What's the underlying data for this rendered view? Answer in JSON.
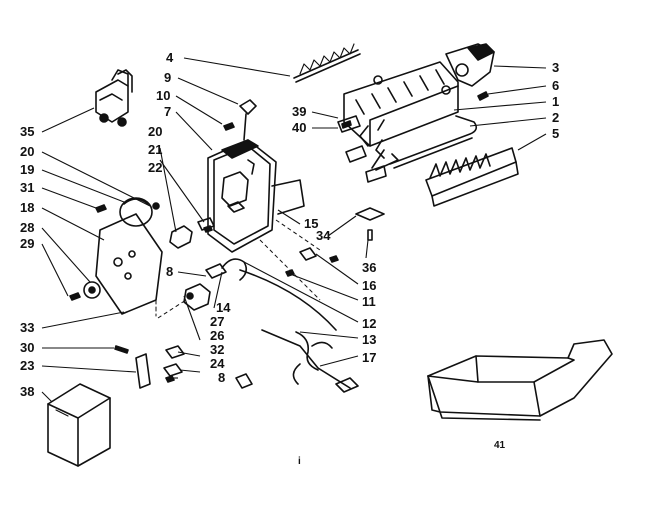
{
  "callouts": [
    {
      "id": "1",
      "label": "1"
    },
    {
      "id": "2",
      "label": "2"
    },
    {
      "id": "3",
      "label": "3"
    },
    {
      "id": "4",
      "label": "4"
    },
    {
      "id": "5",
      "label": "5"
    },
    {
      "id": "6",
      "label": "6"
    },
    {
      "id": "7",
      "label": "7"
    },
    {
      "id": "8a",
      "label": "8"
    },
    {
      "id": "8b",
      "label": "8"
    },
    {
      "id": "9",
      "label": "9"
    },
    {
      "id": "10",
      "label": "10"
    },
    {
      "id": "11",
      "label": "11"
    },
    {
      "id": "12",
      "label": "12"
    },
    {
      "id": "13",
      "label": "13"
    },
    {
      "id": "14",
      "label": "14"
    },
    {
      "id": "15",
      "label": "15"
    },
    {
      "id": "16",
      "label": "16"
    },
    {
      "id": "17",
      "label": "17"
    },
    {
      "id": "18",
      "label": "18"
    },
    {
      "id": "19",
      "label": "19"
    },
    {
      "id": "20a",
      "label": "20"
    },
    {
      "id": "20b",
      "label": "20"
    },
    {
      "id": "21",
      "label": "21"
    },
    {
      "id": "22",
      "label": "22"
    },
    {
      "id": "23",
      "label": "23"
    },
    {
      "id": "24",
      "label": "24"
    },
    {
      "id": "26",
      "label": "26"
    },
    {
      "id": "27",
      "label": "27"
    },
    {
      "id": "28",
      "label": "28"
    },
    {
      "id": "29",
      "label": "29"
    },
    {
      "id": "30",
      "label": "30"
    },
    {
      "id": "31",
      "label": "31"
    },
    {
      "id": "32",
      "label": "32"
    },
    {
      "id": "33",
      "label": "33"
    },
    {
      "id": "34",
      "label": "34"
    },
    {
      "id": "35",
      "label": "35"
    },
    {
      "id": "36",
      "label": "36"
    },
    {
      "id": "38",
      "label": "38"
    },
    {
      "id": "39",
      "label": "39"
    },
    {
      "id": "40",
      "label": "40"
    },
    {
      "id": "41",
      "label": "41"
    }
  ],
  "footer_mark": "i"
}
